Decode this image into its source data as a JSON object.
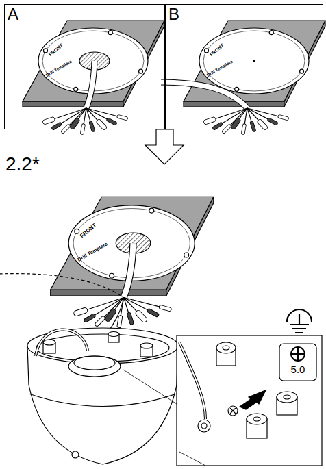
{
  "diagram": {
    "nodes": [
      {
        "text": [
          "A"
        ]
      },
      {
        "text": [
          "B"
        ]
      }
    ],
    "labels": [
      "FRONT",
      "Drill Template",
      "FRONT",
      "Drill Template",
      "2.2*",
      "FRONT",
      "Drill Template",
      "5.0"
    ]
  }
}
